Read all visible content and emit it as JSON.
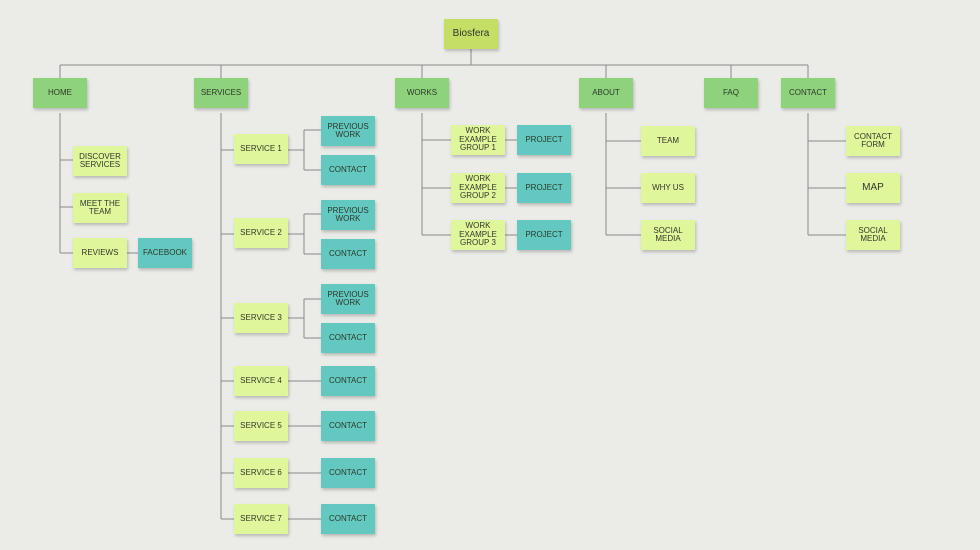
{
  "root": "Biosfera",
  "nav": {
    "home": "HOME",
    "services": "SERVICES",
    "works": "WORKS",
    "about": "ABOUT",
    "faq": "FAQ",
    "contact": "CONTACT"
  },
  "home": {
    "discover": "DISCOVER\nSERVICES",
    "meet_team": "MEET THE\nTEAM",
    "reviews": "REVIEWS",
    "facebook": "FACEBOOK"
  },
  "services": {
    "items": [
      "SERVICE 1",
      "SERVICE 2",
      "SERVICE 3",
      "SERVICE 4",
      "SERVICE 5",
      "SERVICE 6",
      "SERVICE 7"
    ],
    "previous_work": "PREVIOUS\nWORK",
    "contact": "CONTACT"
  },
  "works": {
    "groups": [
      "WORK\nEXAMPLE\nGROUP 1",
      "WORK\nEXAMPLE\nGROUP 2",
      "WORK\nEXAMPLE\nGROUP 3"
    ],
    "project": "PROJECT"
  },
  "about": {
    "items": [
      "TEAM",
      "WHY US",
      "SOCIAL\nMEDIA"
    ]
  },
  "contact": {
    "items": [
      "CONTACT\nFORM",
      "MAP",
      "SOCIAL\nMEDIA"
    ]
  }
}
